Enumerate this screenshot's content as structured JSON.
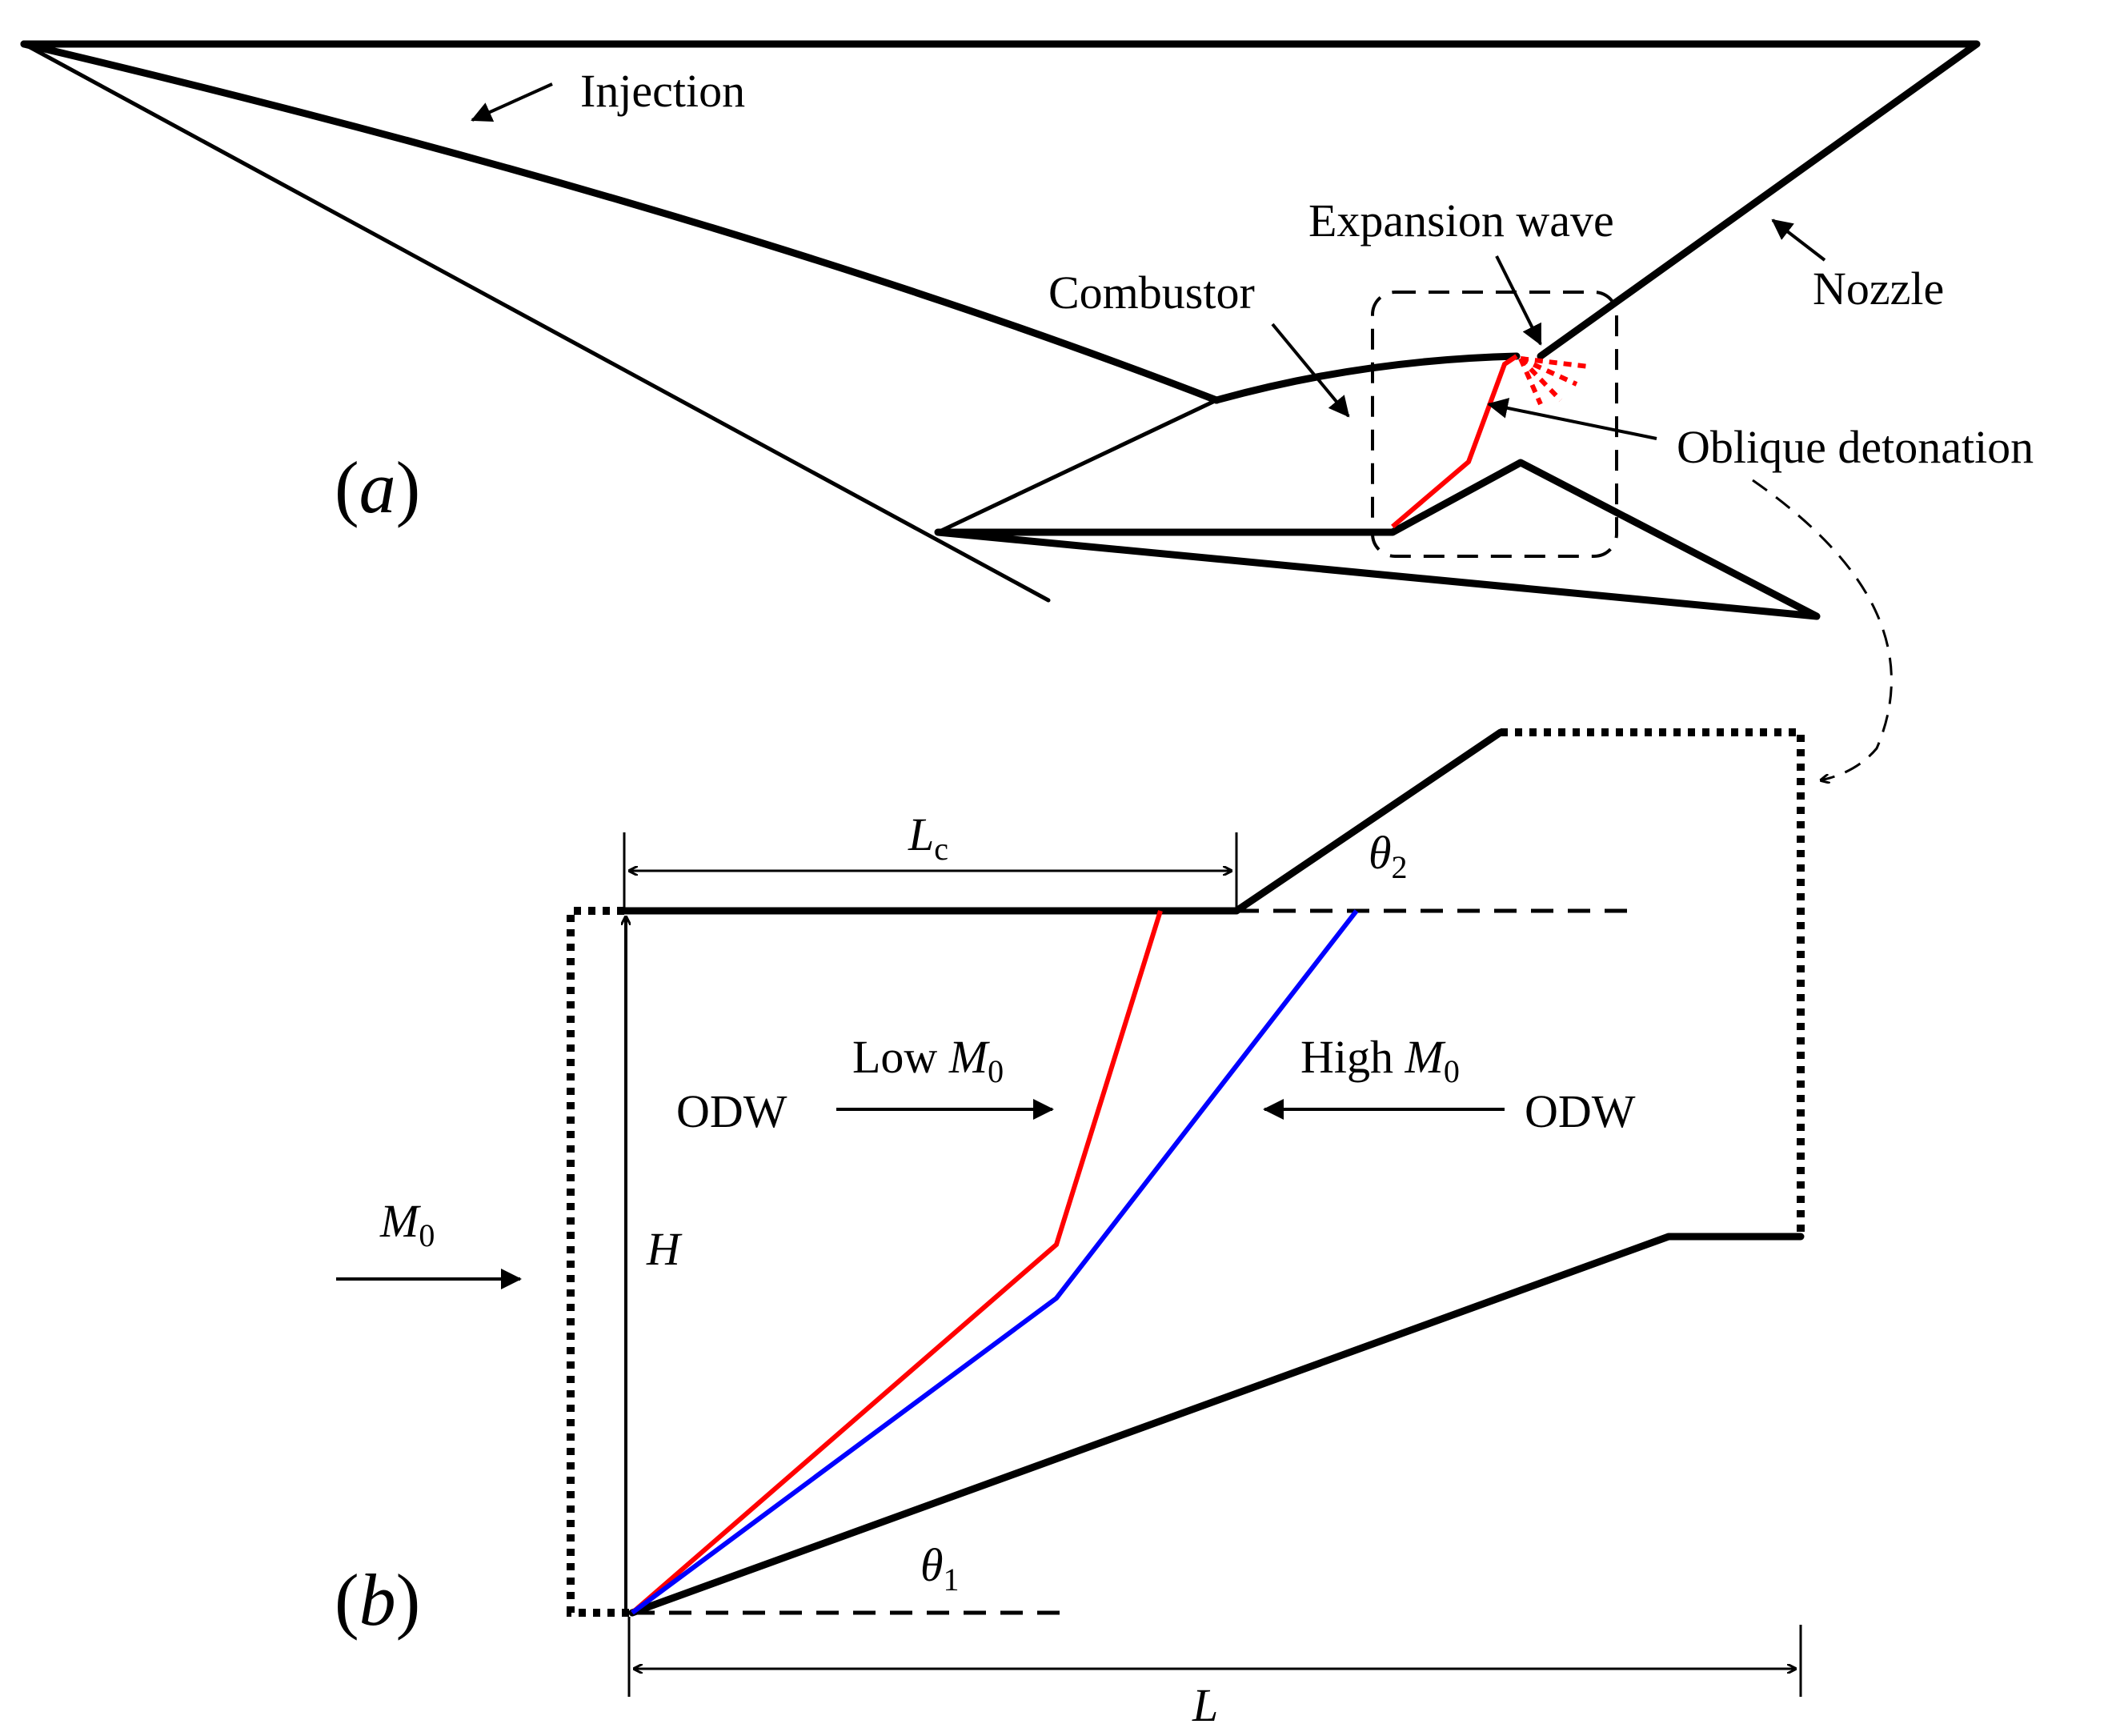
{
  "panel_a": {
    "panel_letter": "a",
    "labels": {
      "injection": "Injection",
      "expansion_wave": "Expansion wave",
      "nozzle": "Nozzle",
      "combustor": "Combustor",
      "oblique_detonation": "Oblique detonation"
    }
  },
  "panel_b": {
    "panel_letter": "b",
    "lc_main": "L",
    "lc_sub": "c",
    "theta2_main": "θ",
    "theta2_sub": "2",
    "theta1_main": "θ",
    "theta1_sub": "1",
    "low_text": "Low ",
    "high_text": "High ",
    "m_main": "M",
    "m_sub": "0",
    "odw_left": "ODW",
    "odw_right": "ODW",
    "h_label": "H",
    "l_label": "L"
  },
  "colors": {
    "low_wave": "#ff0000",
    "high_wave": "#0000ff",
    "outline": "#000000"
  }
}
